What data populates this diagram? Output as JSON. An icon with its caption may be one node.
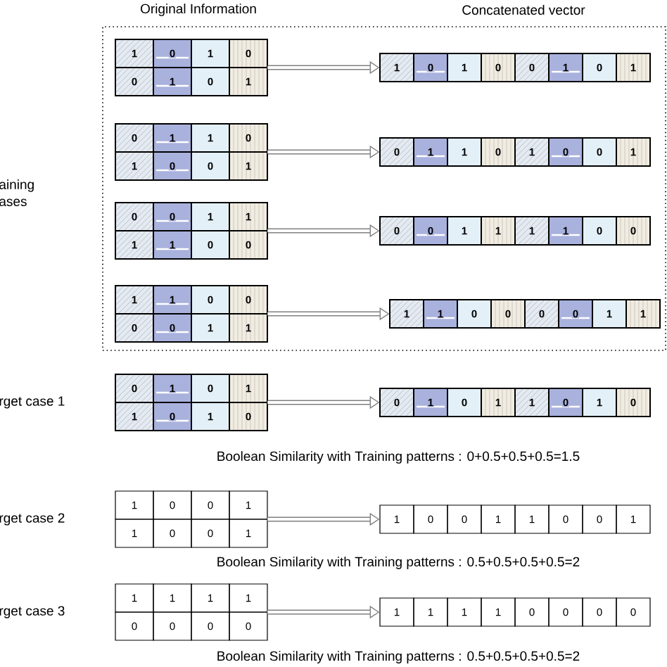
{
  "diagram": {
    "nodes": [
      {
        "text": [],
        "shape": "box"
      },
      {
        "text": [
          "1",
          "0",
          "1",
          "0",
          "0",
          "1",
          "0",
          "1"
        ],
        "in": 0
      },
      {
        "text": [
          "1",
          "0",
          "1",
          "0",
          "0",
          "1",
          "0",
          "1"
        ],
        "in": 0
      },
      {
        "text": [
          "0",
          "1",
          "1",
          "0",
          "1",
          "0",
          "0",
          "1"
        ],
        "in": 0
      },
      {
        "text": [
          "0",
          "1",
          "1",
          "0",
          "1",
          "0",
          "0",
          "1"
        ],
        "in": 0
      },
      {
        "text": [
          "0",
          "0",
          "1",
          "1",
          "1",
          "1",
          "0",
          "0"
        ],
        "in": 0
      },
      {
        "text": [
          "0",
          "0",
          "1",
          "1",
          "1",
          "1",
          "0",
          "0"
        ],
        "in": 0
      },
      {
        "text": [
          "1",
          "1",
          "0",
          "0",
          "0",
          "0",
          "1",
          "1"
        ],
        "in": 0
      },
      {
        "text": [
          "1",
          "1",
          "0",
          "0",
          "0",
          "0",
          "1",
          "1"
        ],
        "in": 0
      },
      {
        "text": [
          "0",
          "1",
          "0",
          "1",
          "1",
          "0",
          "1",
          "0"
        ],
        "beside": [
          "rget case 1"
        ]
      },
      {
        "text": [
          "0",
          "1",
          "0",
          "1",
          "1",
          "0",
          "1",
          "0"
        ]
      },
      {
        "text": [
          "1",
          "0",
          "0",
          "1",
          "1",
          "0",
          "0",
          "1"
        ],
        "beside": [
          "rget case 2"
        ]
      },
      {
        "text": [
          "1",
          "0",
          "0",
          "1",
          "1",
          "0",
          "0",
          "1"
        ]
      },
      {
        "text": [
          "1",
          "1",
          "1",
          "1",
          "0",
          "0",
          "0",
          "0"
        ],
        "beside": [
          "rget case 3"
        ]
      },
      {
        "text": [
          "1",
          "1",
          "1",
          "1",
          "0",
          "0",
          "0",
          "0"
        ]
      }
    ],
    "edges": [
      {
        "from": 1,
        "to": 2,
        "arrow": "to"
      },
      {
        "from": 3,
        "to": 4,
        "arrow": "to"
      },
      {
        "from": 5,
        "to": 6,
        "arrow": "to"
      },
      {
        "from": 7,
        "to": 8,
        "arrow": "to"
      },
      {
        "from": 9,
        "to": 10,
        "arrow": "to"
      },
      {
        "from": 11,
        "to": 12,
        "arrow": "to"
      },
      {
        "from": 13,
        "to": 14,
        "arrow": "to"
      }
    ],
    "labels": [
      "Original Information",
      "Concatenated  vector",
      "aining ases",
      "Boolean Similarity  with Training patterns :  0+0.5+0.5+0.5=1.5",
      "Boolean Similarity  with Training patterns :  0.5+0.5+0.5+0.5=2",
      "Boolean Similarity  with Training patterns :  0.5+0.5+0.5+0.5=2"
    ]
  }
}
